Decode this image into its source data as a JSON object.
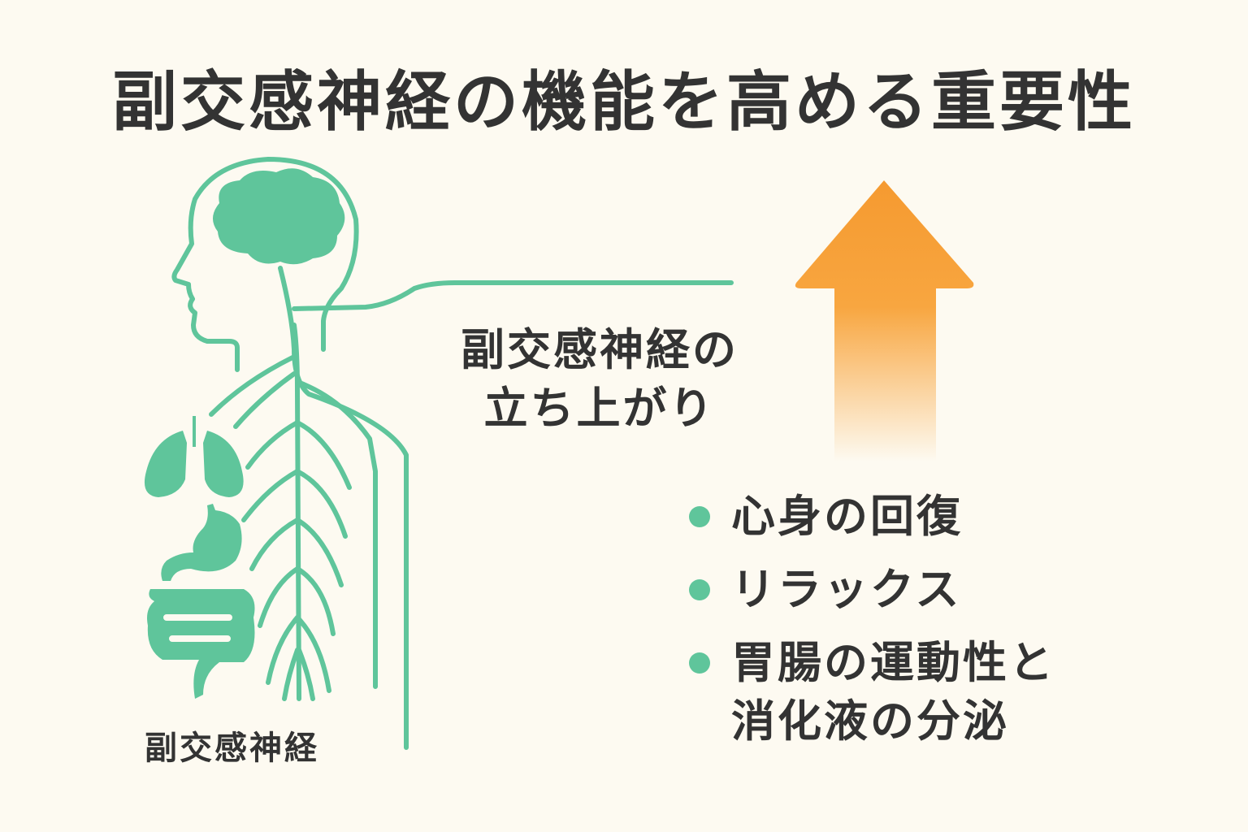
{
  "title": "副交感神経の機能を高める重要性",
  "rise_text": {
    "line1": "副交感神経の",
    "line2": "立ち上がり"
  },
  "bullets": [
    {
      "text": "心身の回復"
    },
    {
      "text": "リラックス"
    },
    {
      "text": "胃腸の運動性と消化液の分泌",
      "line1": "胃腸の運動性と",
      "line2": "消化液の分泌"
    }
  ],
  "figure_label": "副交感神経",
  "colors": {
    "green": "#5fc59b",
    "orange": "#f59a30",
    "text": "#333333",
    "background": "#fdfaf1"
  },
  "icons": [
    "human-body-icon",
    "brain-icon",
    "lungs-icon",
    "stomach-icon",
    "intestine-icon",
    "up-arrow-icon"
  ]
}
